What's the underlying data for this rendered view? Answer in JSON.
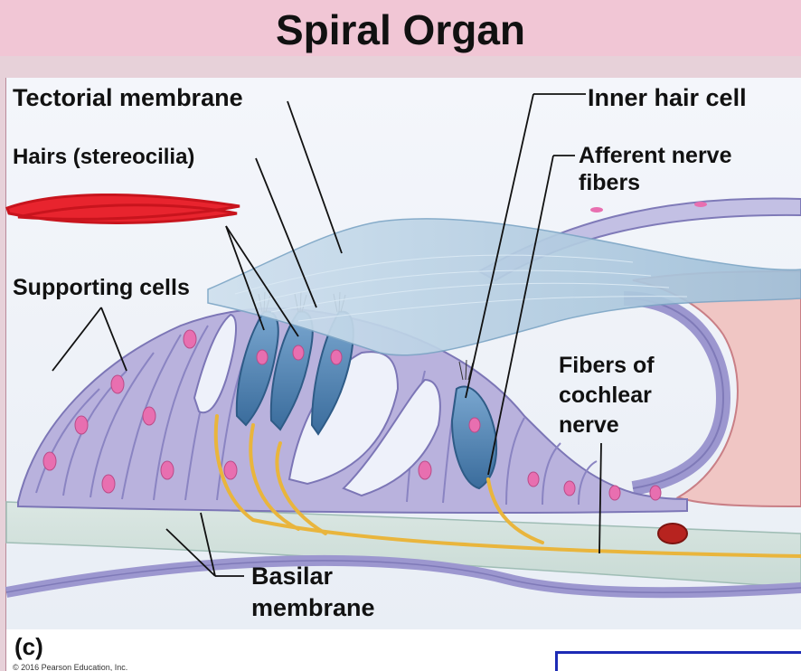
{
  "title": "Spiral Organ",
  "labels": {
    "tectorial_membrane": "Tectorial membrane",
    "stereocilia": "Hairs (stereocilia)",
    "supporting_cells": "Supporting cells",
    "inner_hair_cell": "Inner hair cell",
    "afferent_nerve_fibers_1": "Afferent nerve",
    "afferent_nerve_fibers_2": "fibers",
    "fibers_cochlear_1": "Fibers of",
    "fibers_cochlear_2": "cochlear",
    "fibers_cochlear_3": "nerve",
    "basilar_1": "Basilar",
    "basilar_2": "membrane",
    "panel_letter": "(c)",
    "copyright": "© 2016 Pearson Education, Inc."
  },
  "colors": {
    "title_bar": "#f1c6d5",
    "cell_body": "#b9b2dd",
    "hair_cell": "#4e86b6",
    "nucleus": "#e86fb0",
    "nerve": "#e9b53c",
    "redaction": "#e8242e",
    "page_ref_border": "#1d2bb5"
  },
  "redacted_label_present": true
}
